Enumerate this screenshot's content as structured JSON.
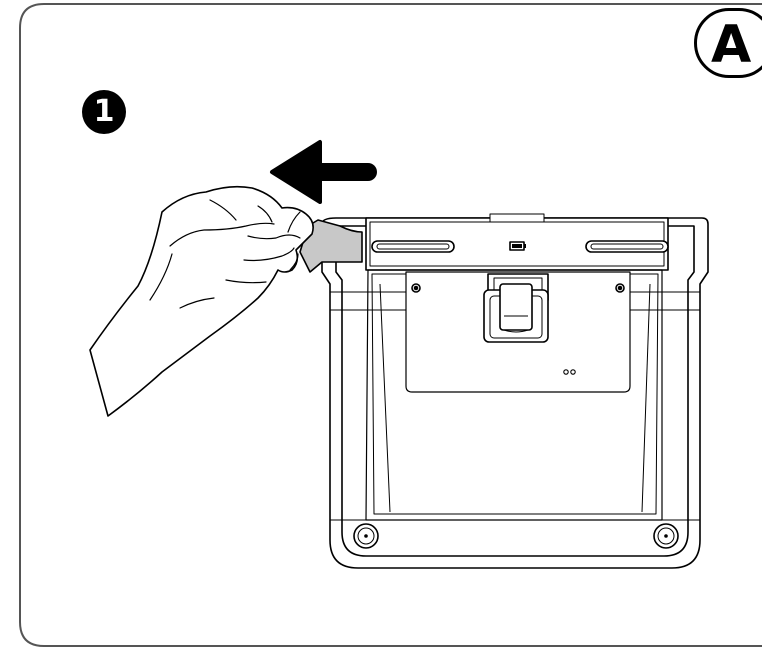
{
  "panel": {
    "letter": "A"
  },
  "step": {
    "number": "1"
  },
  "device": {
    "label_icon": "battery-icon",
    "indicator": "oo"
  },
  "colors": {
    "ink": "#000000",
    "paper": "#ffffff",
    "tab_fill": "#c8c8c8"
  }
}
